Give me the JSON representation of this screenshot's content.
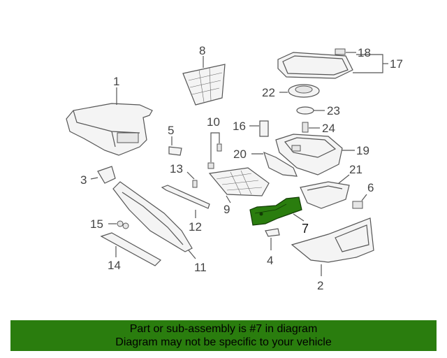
{
  "diagram": {
    "highlight_color": "#2a7d0e",
    "part_labels": [
      "1",
      "2",
      "3",
      "4",
      "5",
      "6",
      "7",
      "8",
      "9",
      "10",
      "11",
      "12",
      "13",
      "14",
      "15",
      "16",
      "17",
      "18",
      "19",
      "20",
      "21",
      "22",
      "23",
      "24"
    ]
  },
  "banner": {
    "line1": "Part or sub-assembly is #7 in diagram",
    "line2": "Diagram may not be specific to your vehicle",
    "background": "#2a7d0e"
  }
}
